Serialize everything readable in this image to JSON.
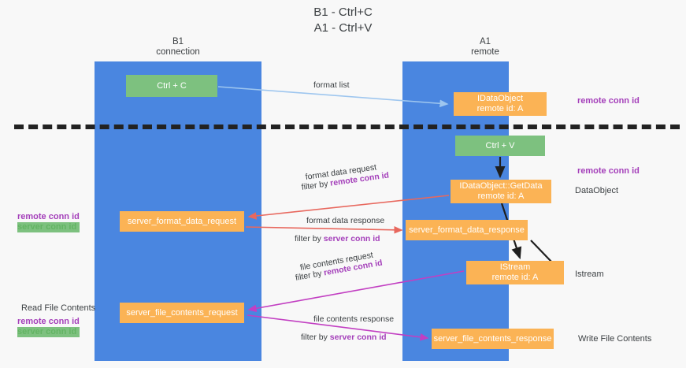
{
  "title": "B1 - Ctrl+C\nA1 - Ctrl+V",
  "lanes": [
    {
      "name": "b1",
      "title": "B1\nconnection"
    },
    {
      "name": "a1",
      "title": "A1\nremote"
    }
  ],
  "nodes": {
    "ctrl_c": "Ctrl + C",
    "data_object": "IDataObject\nremote id: A",
    "ctrl_v": "Ctrl + V",
    "get_data": "IDataObject::GetData\nremote id: A",
    "server_format_data_request": "server_format_data_request",
    "server_format_data_response": "server_format_data_response",
    "istream": "IStream\nremote id: A",
    "server_file_contents_request": "server_file_contents_request",
    "server_file_contents_response": "server_file_contents_response"
  },
  "edge_labels": {
    "format_list": "format list",
    "format_data_request": "format data request",
    "filter_by_prefix": "filter by ",
    "remote_conn_id": "remote conn id",
    "server_conn_id": "server conn id",
    "format_data_response": "format data response",
    "file_contents_request": "file contents request",
    "file_contents_response": "file contents response"
  },
  "right_labels": {
    "remote_conn_id_top": "remote conn id",
    "remote_conn_id_mid": "remote conn id",
    "data_object": "DataObject",
    "istream": "Istream",
    "write_file_contents": "Write File Contents"
  },
  "left_labels": {
    "remote_conn_id": "remote conn id",
    "server_conn_id": "server conn id",
    "read_file_contents": "Read File Contents",
    "remote_conn_id_2": "remote conn id",
    "server_conn_id_2": "server conn id"
  },
  "colors": {
    "lane": "#4a86e0",
    "green_node": "#7dc17f",
    "orange_node": "#fbb355",
    "purple_text": "#a43fba",
    "green_text": "#63b463",
    "arrow_light_blue": "#9ec6ef",
    "arrow_red": "#e8685e",
    "arrow_magenta": "#c23fc2",
    "arrow_black": "#1f1f1f",
    "background": "#f8f8f8"
  }
}
